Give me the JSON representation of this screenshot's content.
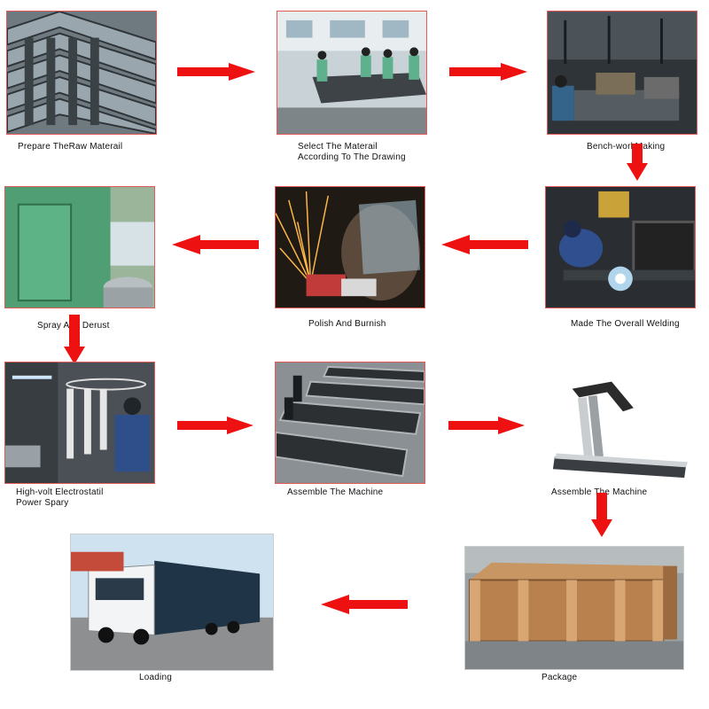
{
  "steps": [
    {
      "label": "Prepare TheRaw Materail"
    },
    {
      "label": "Select The Materail\nAccording To The Drawing"
    },
    {
      "label": "Bench-workMaking"
    },
    {
      "label": "Made The Overall Welding"
    },
    {
      "label": "Polish And Burnish"
    },
    {
      "label": "Spray And Derust"
    },
    {
      "label": "High-volt Electrostatil\nPower Spary"
    },
    {
      "label": "Assemble The Machine"
    },
    {
      "label": "Assemble The Machine"
    },
    {
      "label": "Package"
    },
    {
      "label": "Loading"
    }
  ],
  "colors": {
    "arrow": "#ee1111",
    "border": "#e05a5a"
  }
}
